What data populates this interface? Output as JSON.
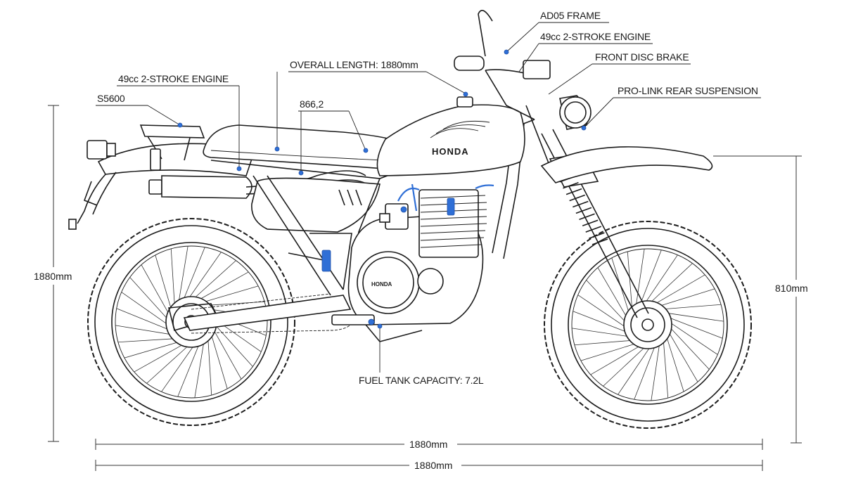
{
  "brand": {
    "tank_logo": "HONDA",
    "engine_cover_logo": "HONDA"
  },
  "callouts": {
    "frame": "AD05 FRAME",
    "engine_top": "49cc 2-STROKE ENGINE",
    "front_brake": "FRONT DISC BRAKE",
    "rear_suspension": "PRO-LINK REAR SUSPENSION",
    "overall_length": "OVERALL LENGTH: 1880mm",
    "engine_left": "49cc 2-STROKE ENGINE",
    "code_left": "S5600",
    "seat_value": "866,2",
    "fuel_tank": "FUEL TANK CAPACITY: 7.2L"
  },
  "dimensions": {
    "left_height": "1880mm",
    "right_height": "810mm",
    "bottom_length_1": "1880mm",
    "bottom_length_2": "1880mm"
  },
  "colors": {
    "ink": "#1c1c1c",
    "accent": "#2f6fd6"
  }
}
